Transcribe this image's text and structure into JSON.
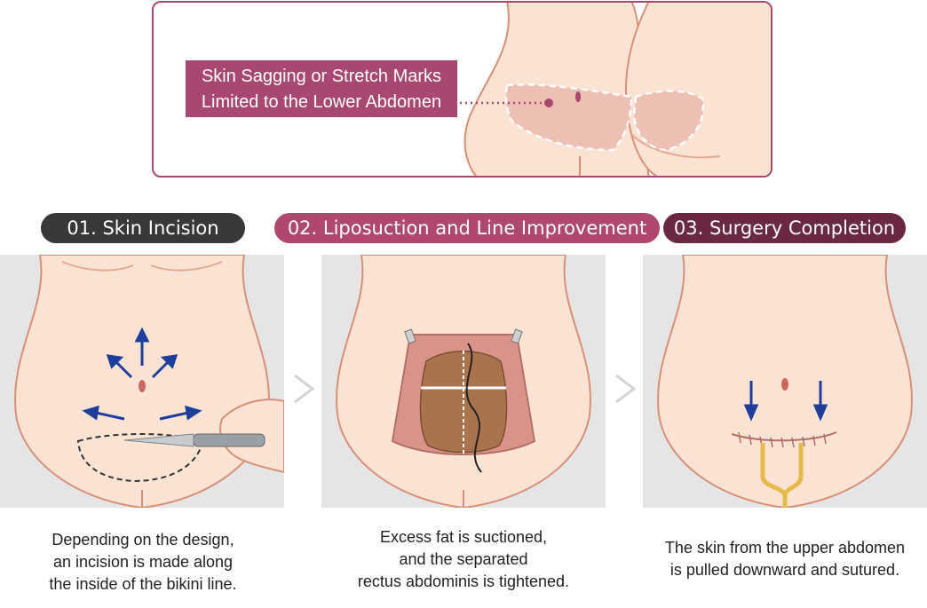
{
  "callout": {
    "line1": "Skin Sagging or Stretch Marks",
    "line2": "Limited to the Lower Abdomen"
  },
  "steps": [
    {
      "title": "01. Skin Incision",
      "caption": "Depending on the design,\nan incision is made along\nthe inside of the bikini line."
    },
    {
      "title": "02. Liposuction and Line Improvement",
      "caption": "Excess fat is suctioned,\nand the separated\nrectus abdominis is tightened."
    },
    {
      "title": "03. Surgery Completion",
      "caption": "The skin from the upper abdomen\nis pulled downward and sutured."
    }
  ],
  "colors": {
    "accent": "#a8476f",
    "step1": "#383838",
    "step2": "#b0476f",
    "step3": "#6b2842",
    "skin": "#fbe3d3",
    "skin_outline": "#d98f76",
    "arrow": "#1f3d9a",
    "drain": "#e5b94a"
  },
  "icons": [
    "chevron-right-icon",
    "navel-icon",
    "direction-arrow-icon",
    "scalpel-icon",
    "drain-tube-icon"
  ]
}
